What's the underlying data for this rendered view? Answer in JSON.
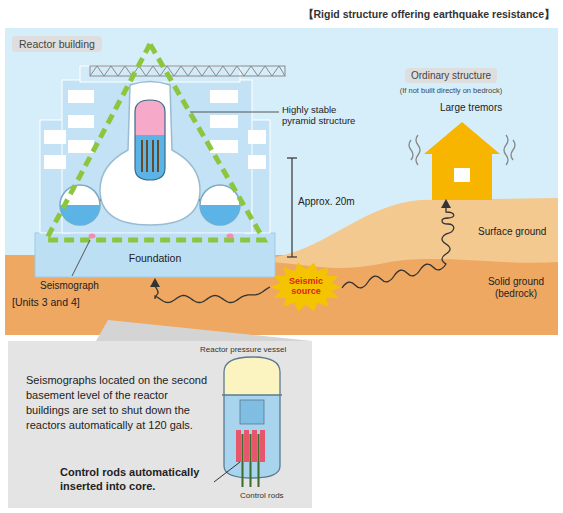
{
  "diagram": {
    "title": "【Rigid structure offering earthquake resistance】",
    "nodes": [
      {
        "text": [
          "Reactor building"
        ]
      },
      {
        "text": [
          "Ordinary structure",
          "(If not built directly on bedrock)"
        ]
      },
      {
        "text": [
          "Foundation"
        ]
      },
      {
        "text": [
          "Seismic source"
        ]
      },
      {
        "text": [
          "Reactor pressure vessel",
          "Seismographs located on the second basement level of the reactor buildings are set to shut down the reactors automatically at 120 gals.",
          "Control rods automatically inserted into core.",
          "Control rods"
        ]
      }
    ],
    "edges": [
      {
        "from": 3,
        "to": 2,
        "arrow": "to"
      }
    ],
    "labels": [
      "Highly stable pyramid structure",
      "Large tremors",
      "Approx. 20m",
      "Surface ground",
      "Seismograph",
      "Solid ground (bedrock)",
      "[Units 3 and 4]"
    ]
  }
}
